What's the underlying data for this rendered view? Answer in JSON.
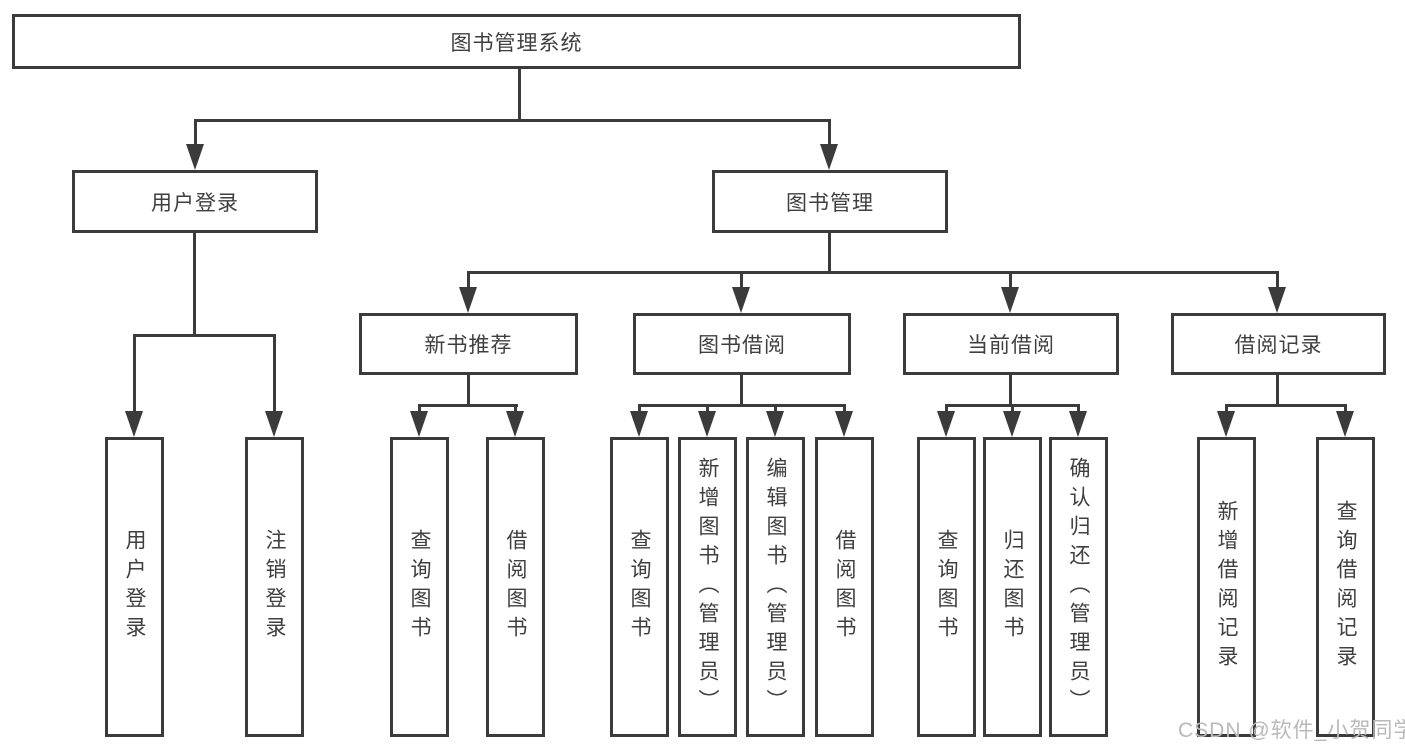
{
  "diagram": {
    "root": {
      "label": "图书管理系统"
    },
    "level2": [
      {
        "label": "用户登录"
      },
      {
        "label": "图书管理"
      }
    ],
    "level3": [
      {
        "label": "新书推荐"
      },
      {
        "label": "图书借阅"
      },
      {
        "label": "当前借阅"
      },
      {
        "label": "借阅记录"
      }
    ],
    "leaves": {
      "user_login": [
        "用户登录",
        "注销登录"
      ],
      "new_book": [
        "查询图书",
        "借阅图书"
      ],
      "book_borrow": [
        "查询图书",
        "新增图书（管理员）",
        "编辑图书（管理员）",
        "借阅图书"
      ],
      "current_borrow": [
        "查询图书",
        "归还图书",
        "确认归还（管理员）"
      ],
      "borrow_record": [
        "新增借阅记录",
        "查询借阅记录"
      ]
    },
    "colors": {
      "line": "#3b3b3b",
      "text": "#3f3f3f",
      "watermark": "#b9b9b9",
      "background": "#ffffff"
    }
  },
  "watermark": {
    "text": "CSDN @软件_小贺同学"
  }
}
